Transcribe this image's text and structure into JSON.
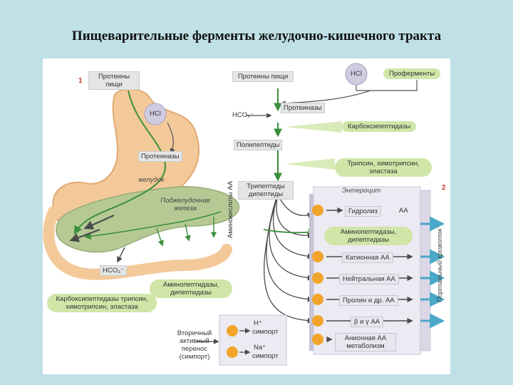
{
  "title": "Пищеварительные ферменты желудочно-кишечного тракта",
  "figure": {
    "panel1_number": "1",
    "panel2_number": "2",
    "food_proteins_left": "Протеины пищи",
    "hcl_stomach": "HCl",
    "proteinases_stomach": "Протеиназы",
    "stomach": "желудок",
    "pancreas": "Поджелудочная железа",
    "hco3_left": "HCO₃⁻",
    "pancreatic_enzymes": "Карбоксипептидазы трипсин, химотрипсин, эластаза",
    "aminopeptidases_left": "Аминопептидазы, дипептидазы",
    "food_proteins_right": "Протеины пищи",
    "hcl_right": "HCl",
    "proenzymes": "Проферменты",
    "proteinases_right": "Протеиназы",
    "hco3_right": "HCO₃⁻",
    "polypeptides": "Полипептиды",
    "carboxypeptidases": "Карбоксипептидазы",
    "trypsin_group": "Трипсин, химотрипсин, эластаза",
    "tripeptides": "Трипептиды дипептиды",
    "enterocyte": "Энтероцит",
    "amino_acids_vertical": "Аминокислоты АА",
    "hydrolysis": "Гидролиз",
    "aa": "АА",
    "aminopeptidases_right": "Аминопептидазы, дипептидазы",
    "cationic_aa": "Катионная АА",
    "neutral_aa": "Нейтральная АА",
    "proline_aa": "Пролин и др. АА",
    "beta_gamma_aa": "β и γ АА",
    "anionic_aa": "Анионная АА метаболизм",
    "portal_blood": "Портальный кровоток",
    "secondary_transport": "Вторичный активный перенос (симпорт)",
    "h_plus": "H⁺",
    "symport_h": "симпорт",
    "na_plus": "Na⁺",
    "symport_na": "симпорт"
  },
  "colors": {
    "background": "#bfe0e6",
    "stomach": "#f4c99a",
    "pancreas": "#b6c995",
    "arrow_green": "#3a8f3a",
    "arrow_gray": "#4b4b4b",
    "cloud": "#cfe6a8",
    "box": "#e3e6e4",
    "transporter": "#f2a52a",
    "portal_arrow": "#4aa8c8"
  }
}
